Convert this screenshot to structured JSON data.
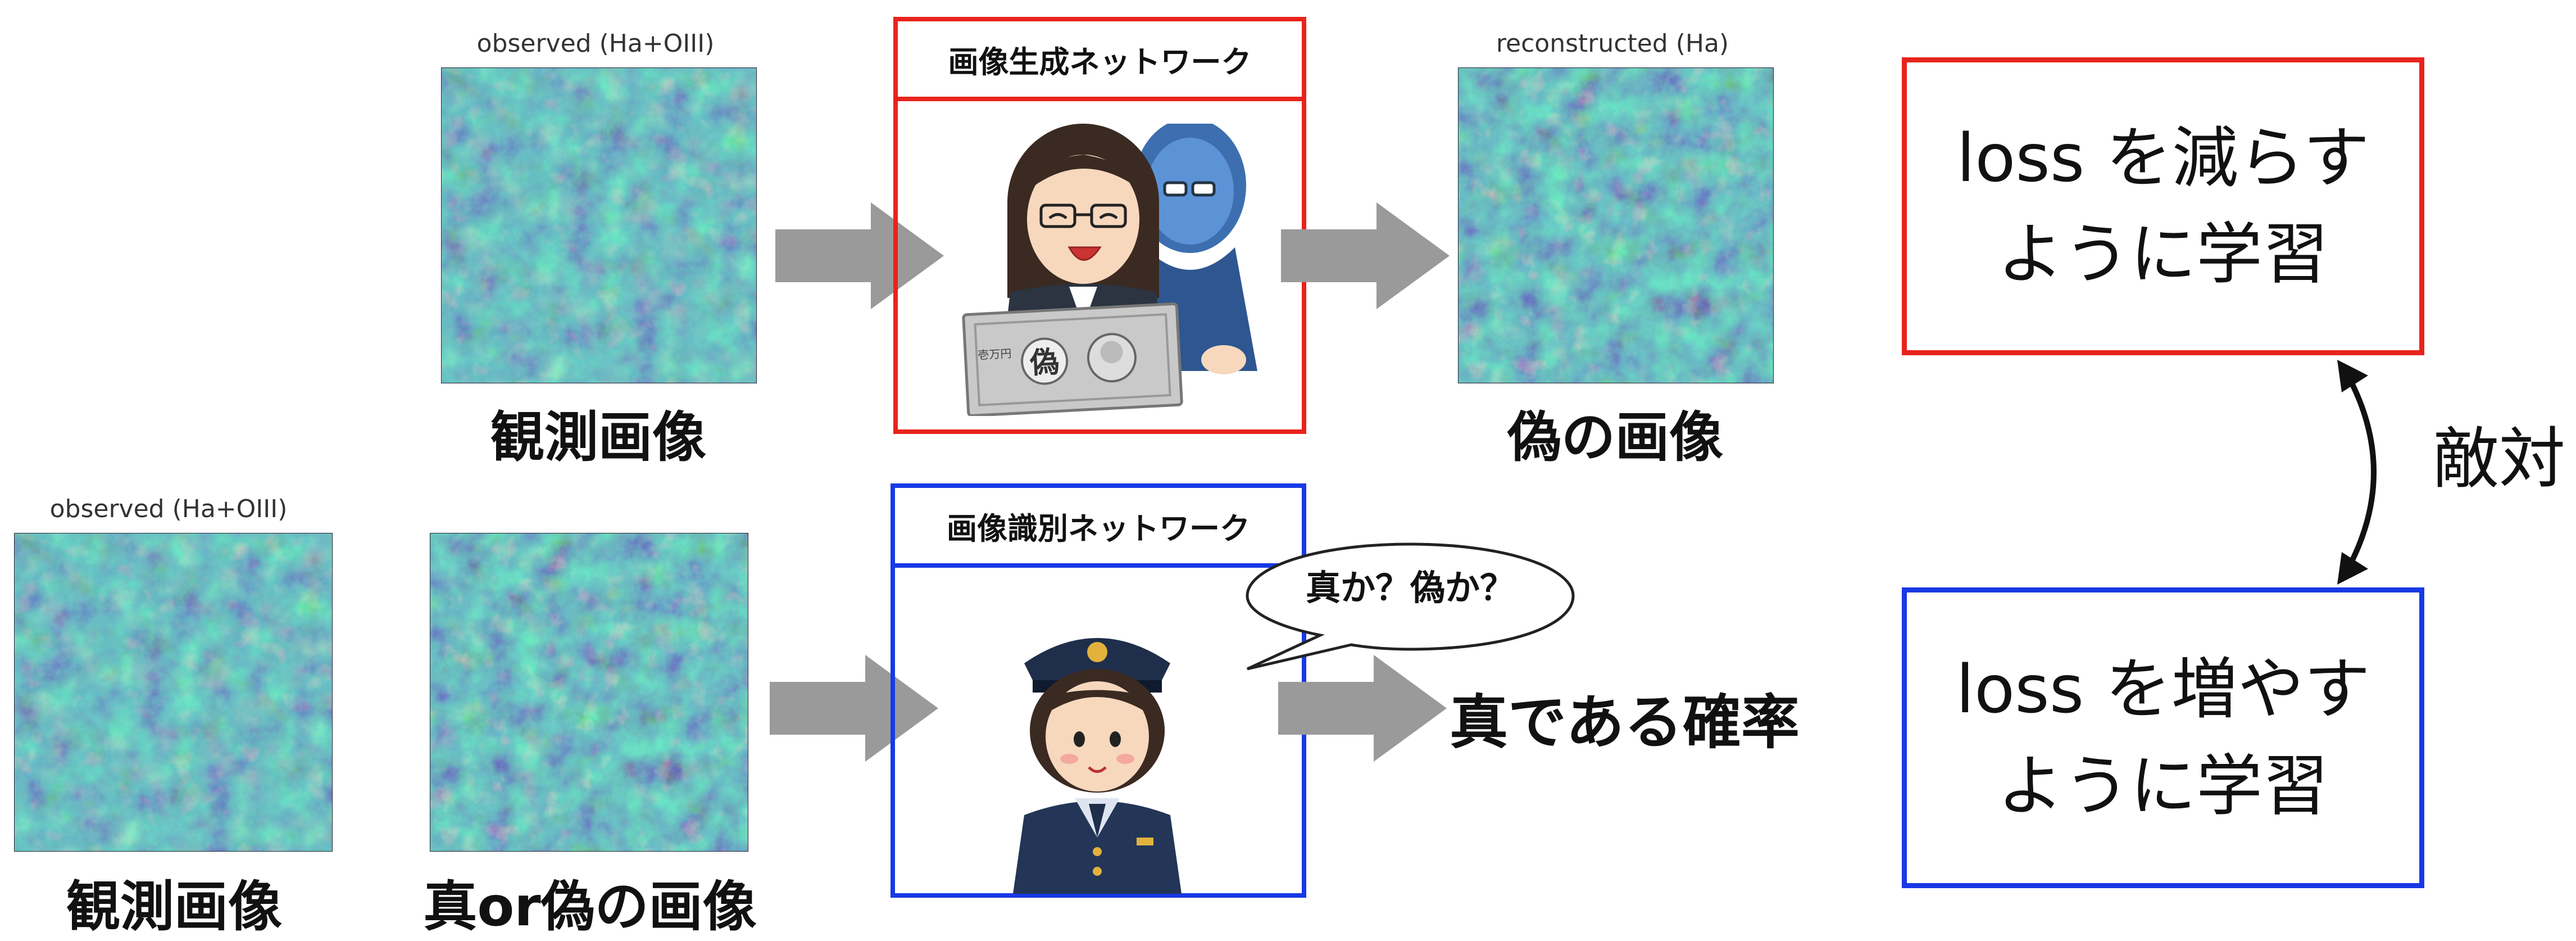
{
  "top": {
    "observed_title": "observed (Ha+OIII)",
    "observed_caption": "観測画像",
    "generator_label": "画像生成ネットワーク",
    "reconstructed_title": "reconstructed (Ha)",
    "reconstructed_caption": "偽の画像"
  },
  "bottom": {
    "observed_title": "observed (Ha+OIII)",
    "observed_caption": "観測画像",
    "real_or_fake_caption": "真or偽の画像",
    "discriminator_label": "画像識別ネットワーク",
    "speech_bubble": "真か？偽か？",
    "output_label": "真である確率"
  },
  "loss": {
    "generator_line1": "loss を減らす",
    "generator_line2": "ように学習",
    "discriminator_line1": "loss を増やす",
    "discriminator_line2": "ように学習",
    "adversarial_label": "敵対"
  },
  "banknote": {
    "glyph": "偽",
    "denomination": "壱万円"
  },
  "icons": {
    "generator_art": "counterfeiter-with-fake-bill-icon",
    "discriminator_art": "police-officer-icon",
    "flow_arrow": "right-arrow-icon",
    "double_arrow": "double-headed-curved-arrow-icon"
  },
  "colors": {
    "generator_border": "#e8231c",
    "discriminator_border": "#1839e6",
    "arrow_gray": "#9a9a9a",
    "viridis_dark": "#3b1c6e",
    "viridis_mid": "#22908c",
    "viridis_bright": "#c8e020"
  }
}
